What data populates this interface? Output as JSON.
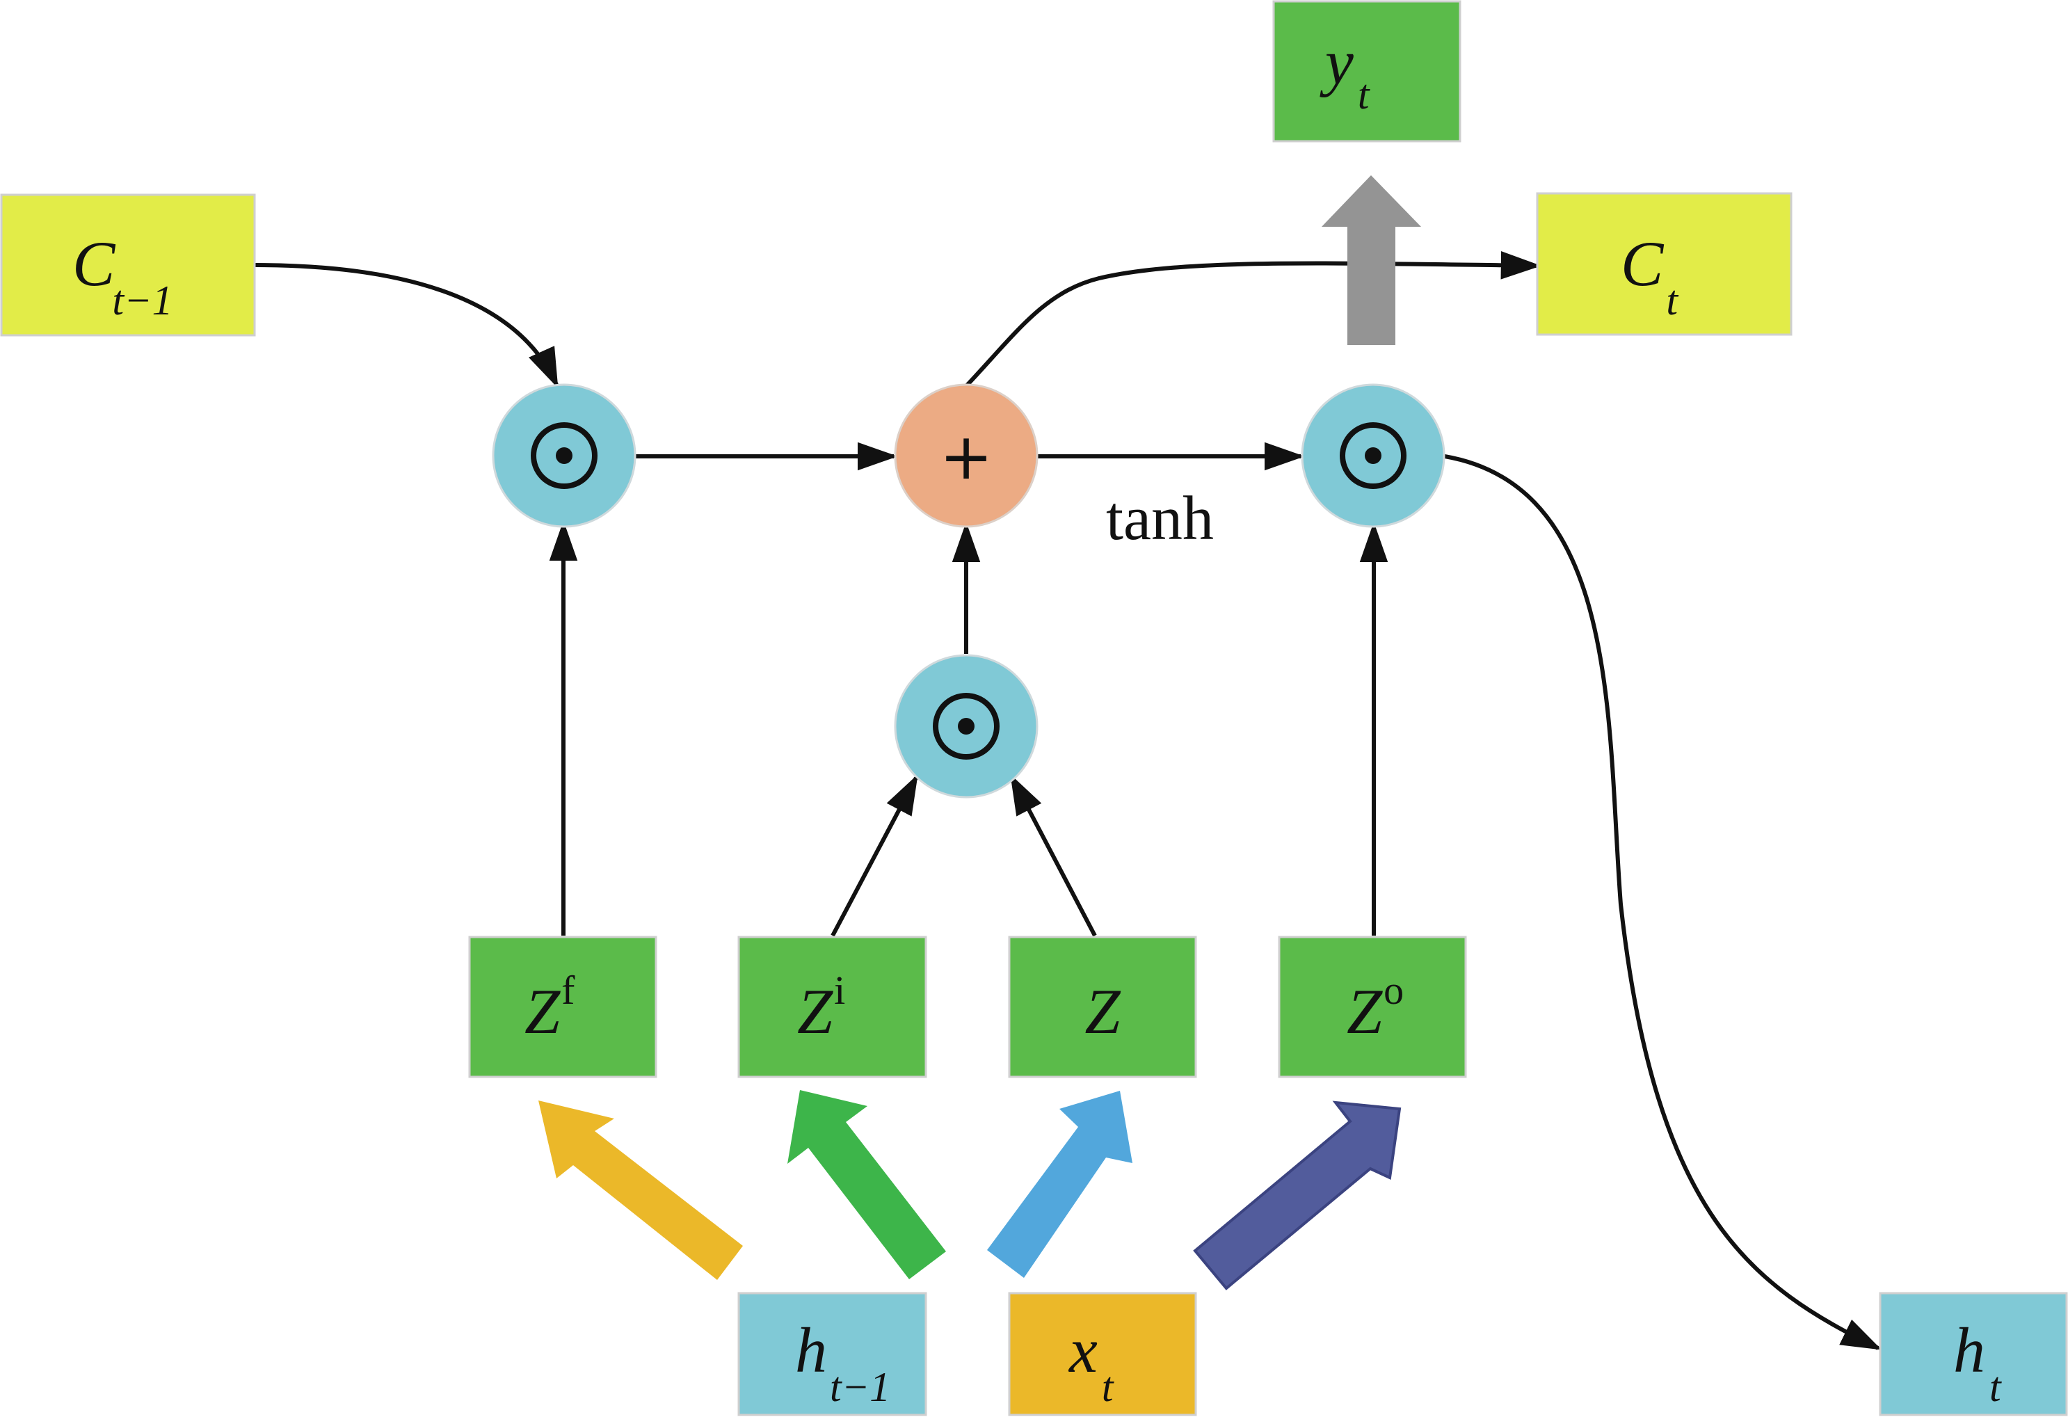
{
  "nodes": {
    "c_prev": {
      "main": "C",
      "sub": "t−1",
      "color": "#e2ec48"
    },
    "c_t": {
      "main": "C",
      "sub": "t",
      "color": "#e2ec48"
    },
    "y_t": {
      "main": "y",
      "sub": "t",
      "color": "#5bbb4a"
    },
    "h_prev": {
      "main": "h",
      "sub": "t−1",
      "color": "#80c9d6"
    },
    "x_t": {
      "main": "x",
      "sub": "t",
      "color": "#ebb829"
    },
    "h_t": {
      "main": "h",
      "sub": "t",
      "color": "#80c9d6"
    },
    "z_f": {
      "main": "Z",
      "sup": "f",
      "color": "#5bbb4a"
    },
    "z_i": {
      "main": "Z",
      "sup": "i",
      "color": "#5bbb4a"
    },
    "z": {
      "main": "Z",
      "color": "#5bbb4a"
    },
    "z_o": {
      "main": "Z",
      "sup": "o",
      "color": "#5bbb4a"
    }
  },
  "operators": {
    "add_symbol": "+",
    "mult_color": "#80c9d6",
    "add_color": "#ecab84"
  },
  "labels": {
    "activation": "tanh"
  },
  "arrow_colors": {
    "forget": "#ebb829",
    "input": "#3db54a",
    "candidate": "#52a7dc",
    "output": "#525c9c",
    "y_out": "#949494"
  }
}
